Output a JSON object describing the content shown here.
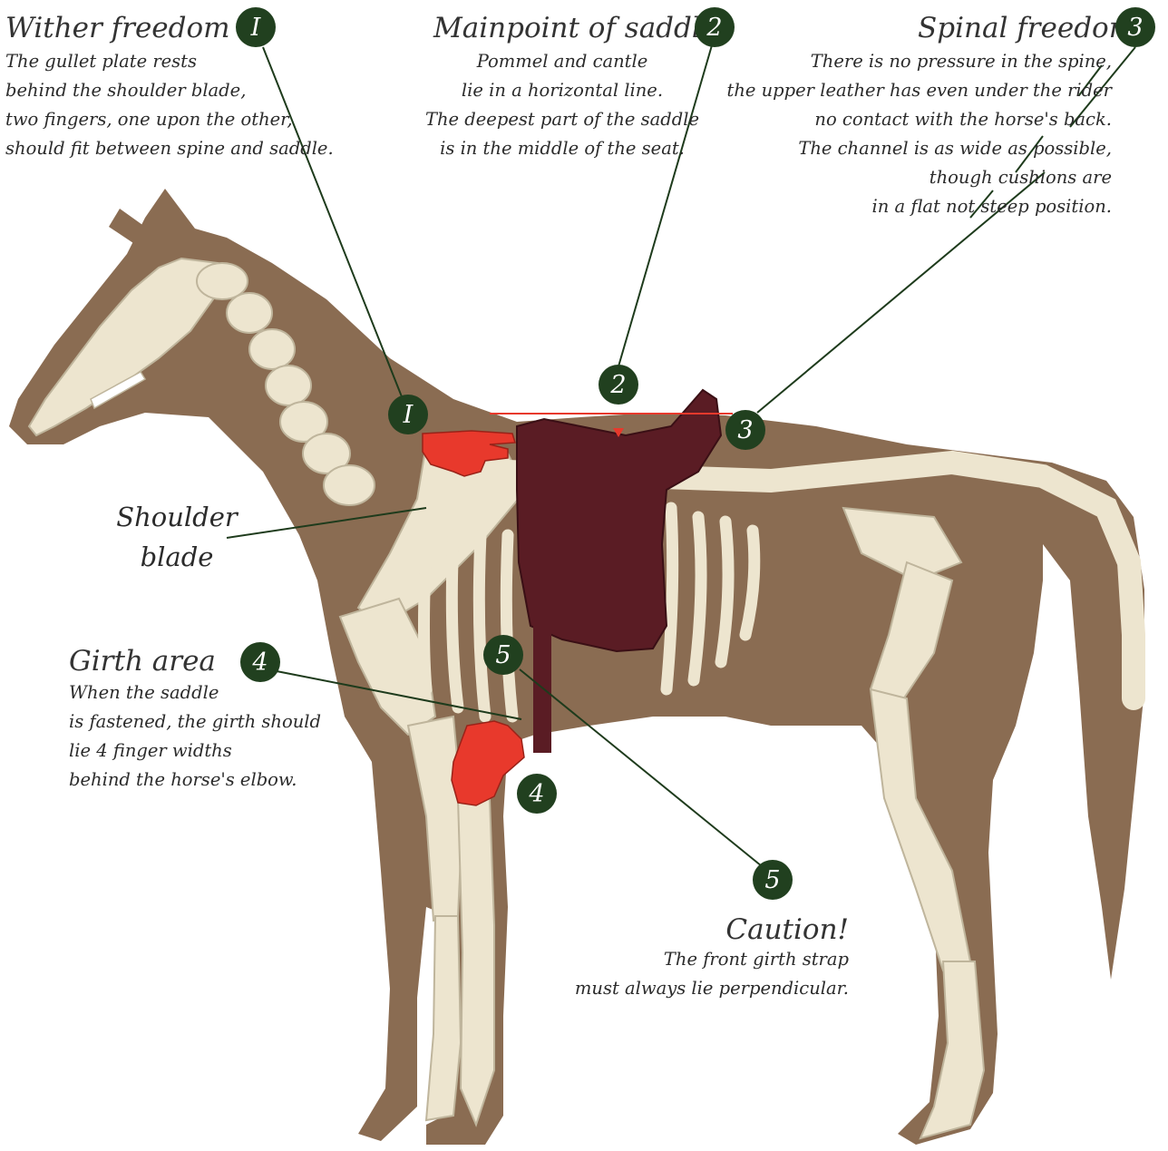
{
  "colors": {
    "horse_body": "#8a6c52",
    "bone": "#ede5cf",
    "saddle": "#5a1c24",
    "badge": "#21401f",
    "hand": "#e8392c",
    "leader_line": "#1e3b1c"
  },
  "callouts": [
    {
      "number": "I",
      "title": "Wither freedom",
      "text": "The gullet plate rests\nbehind the shoulder blade,\ntwo fingers, one upon the other,\nshould fit  between spine and saddle."
    },
    {
      "number": "2",
      "title": "Mainpoint of saddle",
      "text": "Pommel and cantle\nlie in a horizontal line.\nThe deepest part of the saddle\nis in the middle of the seat."
    },
    {
      "number": "3",
      "title": "Spinal freedom",
      "text": "There is no pressure in the spine,\nthe upper leather has even under the rider\nno contact with the horse's back.\nThe channel is as wide as possible,\nthough cushions are\nin a flat not steep position."
    },
    {
      "number": "4",
      "title": "Girth area",
      "text": "When the saddle\nis fastened, the girth should\nlie 4 finger widths\nbehind the horse's elbow."
    },
    {
      "number": "5",
      "title": "Caution!",
      "text": "The front girth strap\nmust always lie perpendicular."
    }
  ],
  "labels": {
    "shoulder_blade": "Shoulder\nblade"
  }
}
